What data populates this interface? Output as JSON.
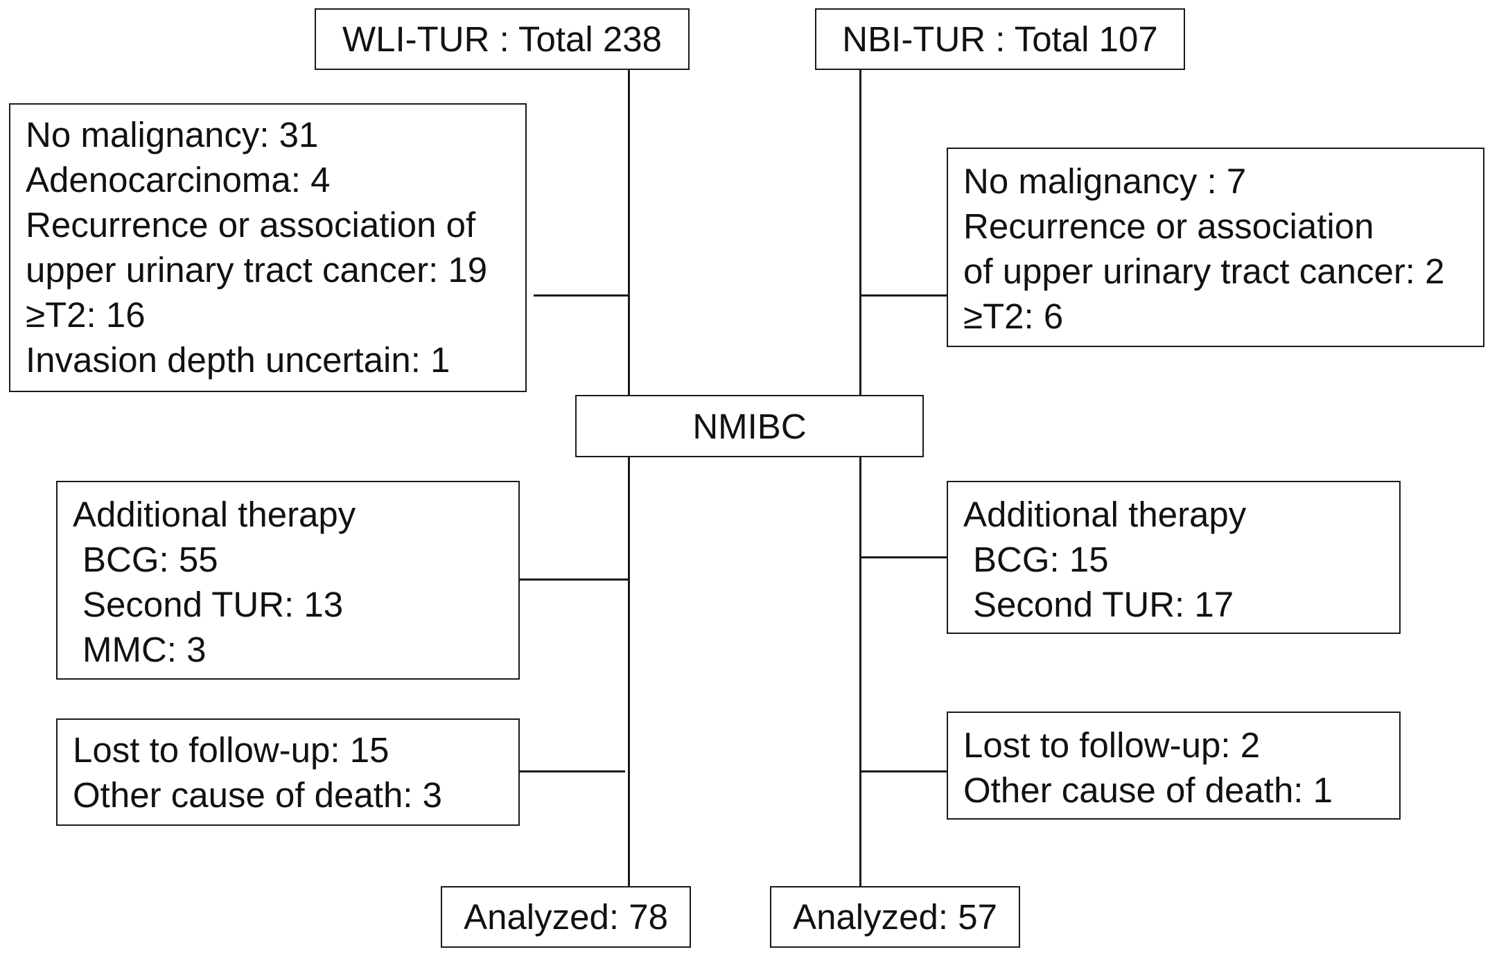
{
  "wli": {
    "header": "WLI-TUR : Total 238",
    "exclusions": [
      "No malignancy: 31",
      "Adenocarcinoma: 4",
      "Recurrence or association of",
      "upper urinary tract cancer: 19",
      "≥T2: 16",
      "Invasion depth uncertain: 1"
    ],
    "therapy_title": "Additional therapy",
    "therapy_items": [
      "BCG: 55",
      "Second TUR: 13",
      "MMC: 3"
    ],
    "lost": [
      "Lost to follow-up: 15",
      "Other cause of death: 3"
    ],
    "analyzed": "Analyzed: 78"
  },
  "nbi": {
    "header": "NBI-TUR : Total 107",
    "exclusions": [
      "No malignancy : 7",
      "Recurrence or association",
      "of upper urinary tract cancer: 2",
      "≥T2: 6"
    ],
    "therapy_title": "Additional therapy",
    "therapy_items": [
      "BCG: 15",
      "Second TUR: 17"
    ],
    "lost": [
      "Lost to follow-up: 2",
      "Other cause of death: 1"
    ],
    "analyzed": "Analyzed: 57"
  },
  "center": {
    "label": "NMIBC"
  }
}
